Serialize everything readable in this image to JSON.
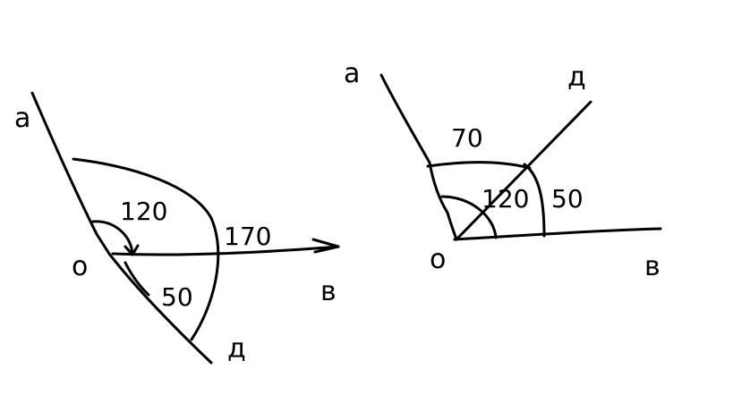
{
  "ink_color": "#000000",
  "background_color": "#ffffff",
  "figure_left": {
    "points": {
      "a": "a",
      "o": "o",
      "b": "в",
      "d": "д"
    },
    "angles": {
      "aob": "120",
      "aod": "170",
      "bod": "50"
    }
  },
  "figure_right": {
    "points": {
      "a": "a",
      "o": "o",
      "b": "в",
      "d": "д"
    },
    "angles": {
      "aod": "70",
      "aob": "120",
      "dob": "50"
    }
  }
}
